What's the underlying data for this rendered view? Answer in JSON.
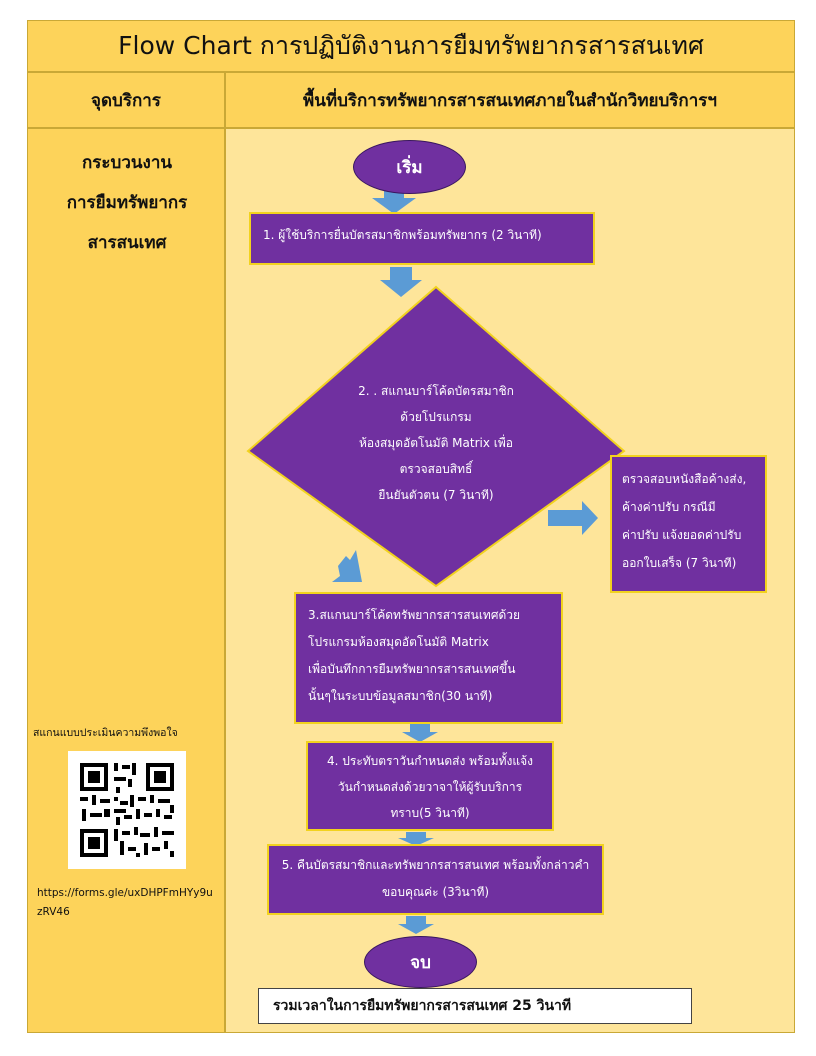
{
  "title": "Flow Chart การปฏิบัติงานการยืมทรัพยากรสารสนเทศ",
  "header": {
    "left": "จุดบริการ",
    "right": "พื้นที่บริการทรัพยากรสารสนเทศภายในสำนักวิทยบริการฯ"
  },
  "sidebar": {
    "process_lines": [
      "กระบวนงาน",
      "การยืมทรัพยากร",
      "สารสนเทศ"
    ],
    "survey_label": "สแกนแบบประเมินความพึงพอใจ",
    "survey_url": "https://forms.gle/uxDHPFmHYy9uzRV46"
  },
  "flow": {
    "start": "เริ่ม",
    "step1": "1. ผู้ใช้บริการยื่นบัตรสมาชิกพร้อมทรัพยากร  (2 วินาที)",
    "step2_lines": [
      "2. . สแกนบาร์โค้ดบัตรสมาชิก",
      "ด้วยโปรแกรม",
      "ห้องสมุดอัตโนมัติ Matrix เพื่อ",
      "ตรวจสอบสิทธิ์",
      "ยืนยันตัวตน (7 วินาที)"
    ],
    "side_box_lines": [
      "ตรวจสอบหนังสือค้างส่ง,",
      "ค้างค่าปรับ กรณีมี",
      "ค่าปรับ แจ้งยอดค่าปรับ",
      "ออกใบเสร็จ (7 วินาที)"
    ],
    "step3_lines": [
      "3.สแกนบาร์โค้ดทรัพยากรสารสนเทศด้วย",
      "โปรแกรมห้องสมุดอัตโนมัติ Matrix",
      "เพื่อบันทึกการยืมทรัพยากรสารสนเทศขึ้น",
      "นั้นๆในระบบข้อมูลสมาชิก(30 นาที)"
    ],
    "step4_lines": [
      "4. ประทับตราวันกำหนดส่ง พร้อมทั้งแจ้ง",
      "วันกำหนดส่งด้วยวาจาให้ผู้รับบริการ",
      "ทราบ(5 วินาที)"
    ],
    "step5_lines": [
      "5. คืนบัตรสมาชิกและทรัพยากรสารสนเทศ พร้อมทั้งกล่าวคำ",
      "ขอบคุณค่ะ (3วินาที)"
    ],
    "end": "จบ",
    "total": "รวมเวลาในการยืมทรัพยากรสารสนเทศ 25 วินาที"
  },
  "colors": {
    "header_yellow": "#fdd35a",
    "panel_yellow": "#fee59a",
    "purple": "#7030a0",
    "arrow_blue": "#5b9bd5",
    "border_yellow": "#f2d21e"
  }
}
